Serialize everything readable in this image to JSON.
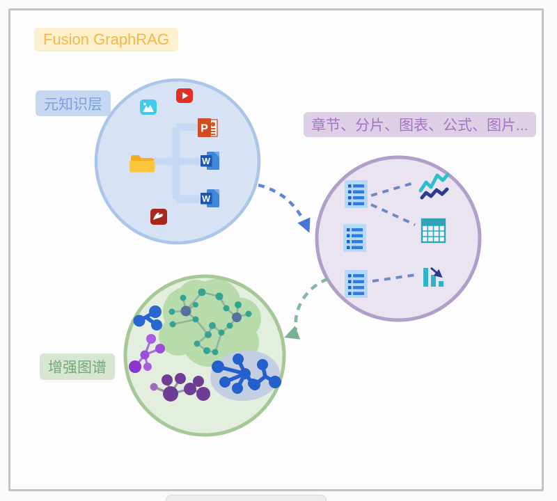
{
  "title": {
    "label": "Fusion GraphRAG",
    "bg": "#fcf1cc",
    "color": "#f2b64a"
  },
  "clusters": {
    "meta": {
      "label": "元知识层",
      "label_bg": "#c6d7f1",
      "label_color": "#7da0dc",
      "fill": "#d7e2f5",
      "border": "#aac4ea",
      "icons": [
        "image-icon",
        "youtube-icon",
        "powerpoint-icon",
        "word-icon",
        "word-icon",
        "folder-icon",
        "pdf-icon"
      ],
      "powerpoint_letter": "P",
      "word_letter": "W"
    },
    "chunks": {
      "label": "章节、分片、图表、公式、图片...",
      "label_bg": "#dccfe6",
      "label_color": "#a673c3",
      "fill": "#eae4f0",
      "border": "#b19ec9",
      "icons": [
        "list-icon",
        "list-icon",
        "list-icon",
        "line-chart-icon",
        "table-icon",
        "bar-chart-icon"
      ]
    },
    "graph": {
      "label": "增强图谱",
      "label_bg": "#d6e6d0",
      "label_color": "#73a877",
      "fill": "#e4eedf",
      "border": "#a6c796",
      "icons": [
        "cloud-network",
        "small-blue-network",
        "purple-star-network",
        "purple-chain-network",
        "ellipse-blue-network"
      ]
    }
  },
  "arrows": [
    {
      "name": "meta-to-chunks",
      "style": "dashed",
      "color": "#5e87d8"
    },
    {
      "name": "chunks-to-graph",
      "style": "dashed",
      "color": "#84b79f"
    }
  ]
}
